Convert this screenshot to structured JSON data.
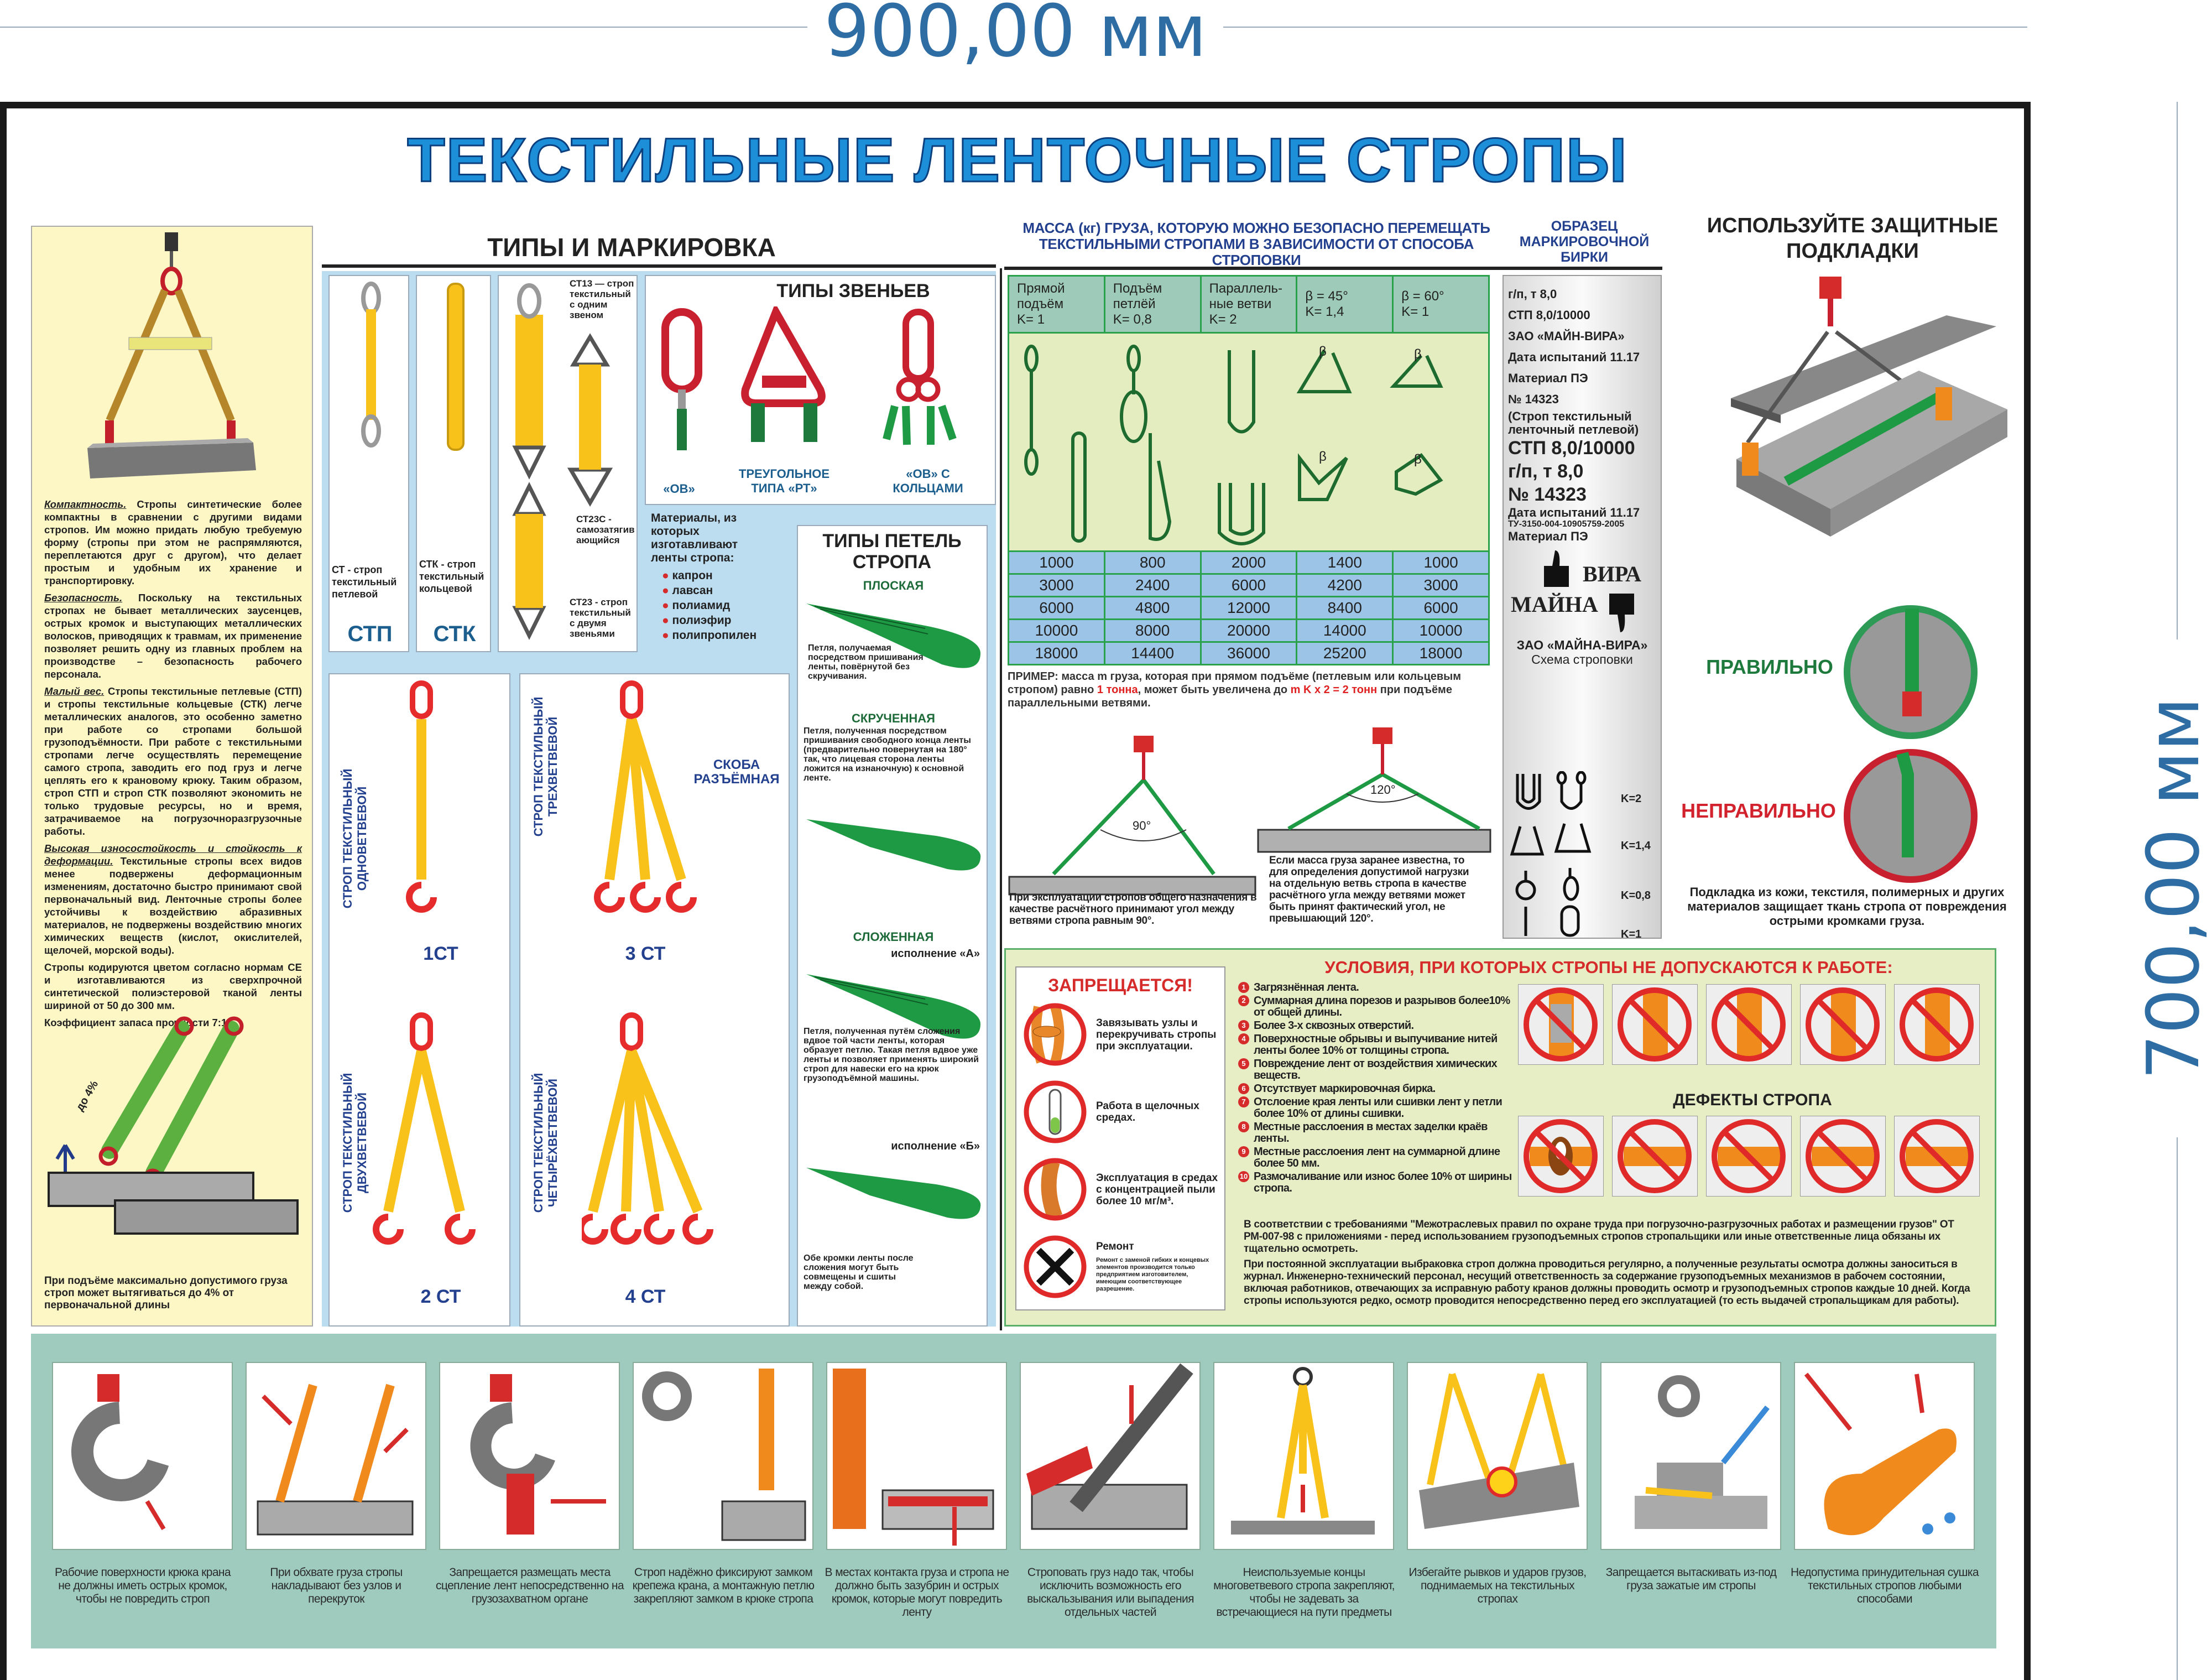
{
  "dimensions": {
    "width": "900,00 мм",
    "height": "700,00 мм"
  },
  "title": "ТЕКСТИЛЬНЫЕ ЛЕНТОЧНЫЕ СТРОПЫ",
  "left_panel": {
    "paragraphs": [
      {
        "lead": "Компактность.",
        "text": " Стропы синтетические более компактны в сравнении с другими видами стропов. Им можно придать любую требуемую форму (стропы при этом не распрямляются, переплетаются друг с другом), что делает простым и удобным их хранение и транспортировку."
      },
      {
        "lead": "Безопасность.",
        "text": " Поскольку на текстильных стропах не бывает металлических заусенцев, острых кромок и выступающих металлических волосков, приводящих к травмам, их применение позволяет решить одну из главных проблем на производстве – безопасность рабочего персонала."
      },
      {
        "lead": "Малый вес.",
        "text": " Стропы текстильные петлевые (СТП) и стропы текстильные кольцевые (СТК) легче металлических аналогов, это особенно заметно при работе со стропами большой грузоподъёмности. При работе с текстильными стропами легче осуществлять перемещение самого стропа, заводить его под груз и легче цеплять его к крановому крюку. Таким образом, строп СТП и строп СТК позволяют экономить не только трудовые ресурсы, но и время, затрачиваемое на погрузочноразгрузочные работы."
      },
      {
        "lead": "Высокая износостойкость и стойкость к деформации.",
        "text": " Текстильные стропы всех видов менее подвержены деформационным изменениям, достаточно быстро принимают свой первоначальный вид. Ленточные стропы более устойчивы к воздействию абразивных материалов, не подвержены воздействию многих химических веществ (кислот, окислителей, щелочей, морской воды)."
      },
      {
        "lead": "",
        "text": "Стропы кодируются цветом согласно нормам СЕ и изготавливаются из сверхпрочной синтетической полиэстеровой тканой ленты шириной от 50 до 300 мм."
      },
      {
        "lead": "",
        "text": "Коэффициент запаса прочности 7:1."
      }
    ],
    "stretch_label": "до 4%",
    "caption": "При подъёме максимально допустимого груза строп может вытягиваться до 4% от первоначальной длины"
  },
  "types": {
    "title": "ТИПЫ И МАРКИРОВКА",
    "stp": {
      "desc": "СТ - строп текстильный петлевой",
      "code": "СТП"
    },
    "stk": {
      "desc": "СТК - строп текстильный кольцевой",
      "code": "СТК"
    },
    "st13": "СТ13 — строп текстильный с одним звеном",
    "st23c": "СТ23С - самозатягивающийся",
    "st23": "СТ23 - строп текстильный с двумя звеньями",
    "links": {
      "title": "ТИПЫ ЗВЕНЬЕВ",
      "items": [
        "«ОВ»",
        "ТРЕУГОЛЬНОЕ ТИПА «РТ»",
        "«ОВ» С КОЛЬЦАМИ"
      ]
    },
    "materials": {
      "title": "Материалы, из которых изготавливают ленты стропа:",
      "items": [
        "капрон",
        "лавсан",
        "полиамид",
        "полиэфир",
        "полипропилен"
      ]
    },
    "slings": [
      {
        "side": "СТРОП ТЕКСТИЛЬНЫЙ ОДНОВЕТВЕВОЙ",
        "code": "1СТ"
      },
      {
        "side": "СТРОП ТЕКСТИЛЬНЫЙ ТРЕХВЕТВЕВОЙ",
        "code": "3 СТ"
      },
      {
        "side": "СТРОП ТЕКСТИЛЬНЫЙ ДВУХВЕТВЕВОЙ",
        "code": "2 СТ"
      },
      {
        "side": "СТРОП ТЕКСТИЛЬНЫЙ ЧЕТЫРЁХВЕТВЕВОЙ",
        "code": "4 СТ"
      }
    ],
    "shackle": "СКОБА РАЗЪЁМНАЯ",
    "loops": {
      "title": "ТИПЫ ПЕТЕЛЬ СТРОПА",
      "flat": {
        "name": "ПЛОСКАЯ",
        "desc": "Петля, получаемая посредством пришивания ленты, повёрнутой без скручивания."
      },
      "twisted": {
        "name": "СКРУЧЕННАЯ",
        "desc": "Петля, полученная посредством пришивания свободного конца ленты (предварительно повернутая на 180° так, что лицевая сторона ленты ложится на изнаночную) к основной ленте."
      },
      "folded": {
        "name": "СЛОЖЕННАЯ",
        "a": "исполнение «А»",
        "a_desc": "Петля, полученная путём сложения вдвое той части ленты, которая образует петлю. Такая петля вдвое уже ленты и позволяет применять широкий строп для навески его на крюк грузоподъёмной машины.",
        "b": "исполнение «Б»",
        "b_desc": "Обе кромки ленты после сложения могут быть совмещены и сшиты между собой."
      }
    }
  },
  "mass_table": {
    "title": "МАССА (кг) ГРУЗА, КОТОРУЮ МОЖНО БЕЗОПАСНО ПЕРЕМЕЩАТЬ ТЕКСТИЛЬНЫМИ СТРОПАМИ В ЗАВИСИМОСТИ ОТ СПОСОБА СТРОПОВКИ",
    "columns": [
      [
        "Прямой",
        "подъём",
        "K= 1"
      ],
      [
        "Подъём",
        "петлёй",
        "K= 0,8"
      ],
      [
        "Параллель-",
        "ные ветви",
        "K= 2"
      ],
      [
        "β = 45°",
        "K= 1,4",
        ""
      ],
      [
        "β = 60°",
        "K= 1",
        ""
      ]
    ],
    "beta": "β",
    "rows": [
      [
        "1000",
        "800",
        "2000",
        "1400",
        "1000"
      ],
      [
        "3000",
        "2400",
        "6000",
        "4200",
        "3000"
      ],
      [
        "6000",
        "4800",
        "12000",
        "8400",
        "6000"
      ],
      [
        "10000",
        "8000",
        "20000",
        "14000",
        "10000"
      ],
      [
        "18000",
        "14400",
        "36000",
        "25200",
        "18000"
      ]
    ],
    "example": {
      "p1": "ПРИМЕР: масса m груза, которая при прямом подъёме (петлевым или кольцевым стропом) равно ",
      "hl1": "1 тонна",
      "p2": ", может быть увеличена до ",
      "hl2": "m K x 2 = 2 тонн",
      "p3": " при подъёме параллельными ветвями."
    },
    "angle1": "90°",
    "angle2": "120°",
    "note1": "При эксплуатации стропов общего назначения в качестве расчётного принимают угол между ветвями стропа равным 90°.",
    "note2": "Если масса груза заранее известна, то для определения допустимой нагрузки на отдельную ветвь стропа в качестве расчётного угла между ветвями может быть принят фактический угол, не превышающий 120°."
  },
  "tag": {
    "title": "ОБРАЗЕЦ МАРКИРОВОЧНОЙ БИРКИ",
    "lines": [
      "г/п, т 8,0",
      "СТП 8,0/10000",
      "ЗАО «МАЙН-ВИРА»",
      "Дата испытаний   11.17",
      "Материал ПЭ",
      "№ 14323",
      "(Строп текстильный ленточный петлевой)"
    ],
    "big": [
      "СТП 8,0/10000",
      "г/п, т 8,0",
      "№ 14323"
    ],
    "date2": "Дата испытаний   11.17",
    "tu": "ТУ-3150-004-10905759-2005",
    "material2": "Материал ПЭ",
    "logo_up": "ВИРА",
    "logo_down": "МАЙНА",
    "company": "ЗАО «МАЙНА-ВИРА»",
    "scheme": "Схема строповки",
    "k": [
      "K=2",
      "K=1,4",
      "K=0,8",
      "K=1"
    ]
  },
  "pads": {
    "title": "ИСПОЛЬЗУЙТЕ ЗАЩИТНЫЕ ПОДКЛАДКИ",
    "right": "ПРАВИЛЬНО",
    "wrong": "НЕПРАВИЛЬНО",
    "caption": "Подкладка из кожи, текстиля, полимерных и других материалов защищает ткань стропа от повреждения острыми кромками груза.",
    "colors": {
      "right": "#1e7a3c",
      "wrong": "#d2222d"
    }
  },
  "forbidden": {
    "title": "ЗАПРЕЩАЕТСЯ!",
    "items": [
      {
        "text": "Завязывать узлы и перекручивать стропы при эксплуатации."
      },
      {
        "text": "Работа в щелочных средах."
      },
      {
        "text": "Эксплуатация в средах с концентрацией пыли более 10 мг/м³."
      },
      {
        "text": "Ремонт",
        "sub": "Ремонт с заменой гибких и концевых элементов производится только предприятием изготовителем, имеющим соответствующее разрешение."
      }
    ]
  },
  "conditions": {
    "title": "УСЛОВИЯ, ПРИ КОТОРЫХ СТРОПЫ НЕ ДОПУСКАЮТСЯ К РАБОТЕ:",
    "items": [
      "Загрязнённая лента.",
      "Суммарная длина порезов и разрывов более10% от общей длины.",
      "Более 3-х сквозных отверстий.",
      "Поверхностные обрывы и выпучивание нитей ленты более 10% от толщины стропа.",
      "Повреждение лент от воздействия химических веществ.",
      "Отсутствует маркировочная бирка.",
      "Отслоение края ленты или сшивки лент у петли более 10% от длины сшивки.",
      "Местные расслоения в местах заделки краёв ленты.",
      "Местные расслоения лент на суммарной длине более 50 мм.",
      "Размочаливание или износ более 10% от ширины стропа."
    ],
    "defects_title": "ДЕФЕКТЫ СТРОПА",
    "para1": "В соответствии с требованиями \"Межотраслевых правил по охране труда при погрузочно-разгрузочных работах и размещении грузов\" ОТ РМ-007-98 с приложениями - перед использованием грузоподъемных стропов стропальщики или иные ответственные лица обязаны их тщательно осмотреть.",
    "para2": "При постоянной эксплуатации выбраковка строп должна проводиться регулярно, а полученные результаты осмотра должны заноситься в журнал. Инженерно-технический персонал, несущий ответственность за содержание грузоподъемных механизмов в рабочем состоянии, включая работников, отвечающих за исправную работу кранов должны проводить осмотр и грузоподъемных стропов каждые 10 дней. Когда стропы используются редко, осмотр проводится непосредственно перед его эксплуатацией (то есть выдачей стропальщикам для работы)."
  },
  "rules": [
    "Рабочие поверхности крюка крана не должны иметь острых кромок, чтобы не повредить строп",
    "При обхвате груза стропы накладывают без узлов и перекруток",
    "Запрещается размещать места сцепление лент непосредственно на грузозахватном органе",
    "Строп надёжно фиксируют замком крепежа крана, а монтажную петлю закрепляют замком в крюке стропа",
    "В местах контакта груза и стропа не должно быть зазубрин и острых кромок, которые могут повредить ленту",
    "Строповать груз надо так, чтобы исключить возможность его выскальзывания или выпадения отдельных частей",
    "Неиспользуемые концы многоветвевого стропа закрепляют, чтобы не задевать за встречающиеся на пути предметы",
    "Избегайте рывков и ударов грузов, поднимаемых на текстильных стропах",
    "Запрещается вытаскивать из-под груза зажатые им стропы",
    "Недопустима принудительная сушка текстильных стропов любыми способами"
  ],
  "colors": {
    "title": "#1d8fd8",
    "dimension": "#2e6da4",
    "sling_yellow": "#f9c21a",
    "red": "#d62b2b",
    "green": "#1f9a44"
  }
}
